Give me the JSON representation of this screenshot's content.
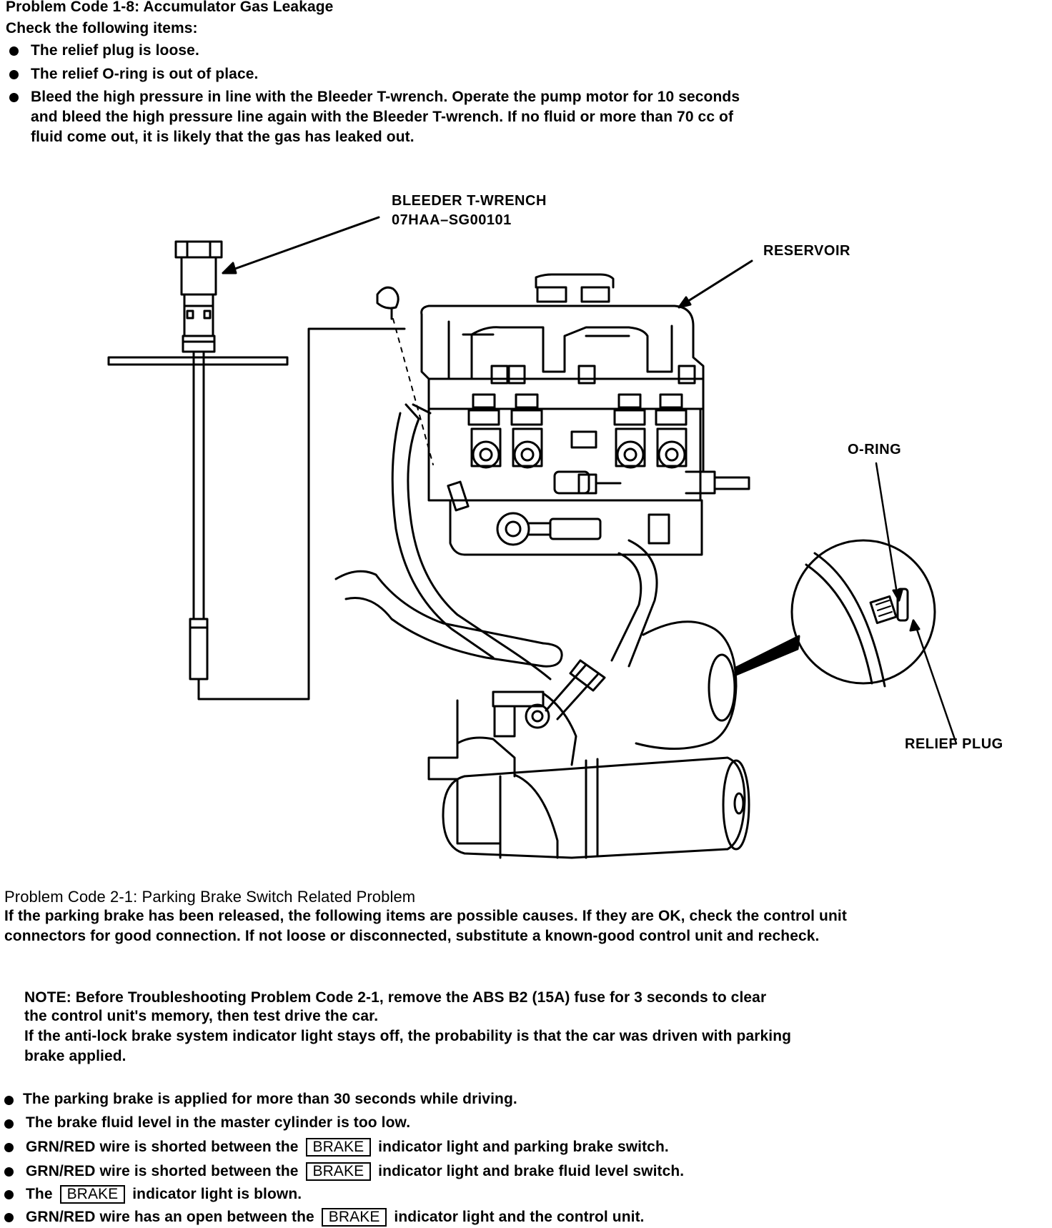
{
  "section1": {
    "title": "Problem Code 1-8: Accumulator Gas Leakage",
    "intro": "Check the following items:",
    "items": [
      "The relief plug is loose.",
      "The relief O-ring is out of place.",
      "Bleed the high pressure in line with the Bleeder T-wrench. Operate the pump motor for 10 seconds"
    ],
    "item3_cont": [
      "and bleed the high pressure line again with the Bleeder T-wrench. If no fluid or more than 70 cc of",
      "fluid come out, it is likely that the gas has leaked out."
    ]
  },
  "figure": {
    "tool_label_1": "BLEEDER T-WRENCH",
    "tool_label_2": "07HAA–SG00101",
    "reservoir_label": "RESERVOIR",
    "oring_label": "O-RING",
    "relief_plug_label": "RELIEF PLUG"
  },
  "section2": {
    "title": "Problem Code 2-1: Parking Brake Switch Related Problem",
    "intro_1": "If the parking brake has been released, the following items are possible causes. If they are OK, check the control unit",
    "intro_2": "connectors for good connection. If not loose or disconnected, substitute a known-good control unit and recheck.",
    "note_1": "NOTE: Before Troubleshooting Problem Code 2-1, remove the ABS B2 (15A) fuse for 3 seconds to clear",
    "note_2": "the control unit's memory, then test drive the car.",
    "note_3": "If the anti-lock brake system indicator light stays off, the probability is that the car was driven with parking",
    "note_4": "brake applied.",
    "causes": {
      "c1": "The parking brake is applied for more than 30 seconds while driving.",
      "c2": "The brake fluid level in the master cylinder is too low.",
      "c3_pre": "GRN/RED wire is shorted between the",
      "c3_post": "indicator light and parking brake switch.",
      "c4_pre": "GRN/RED wire is shorted between the",
      "c4_post": "indicator light and brake fluid level switch.",
      "c5_pre": "The",
      "c5_post": "indicator light is blown.",
      "c6_pre": "GRN/RED wire has an open between the",
      "c6_post": "indicator light and the control unit.",
      "brake_box": "BRAKE"
    }
  }
}
